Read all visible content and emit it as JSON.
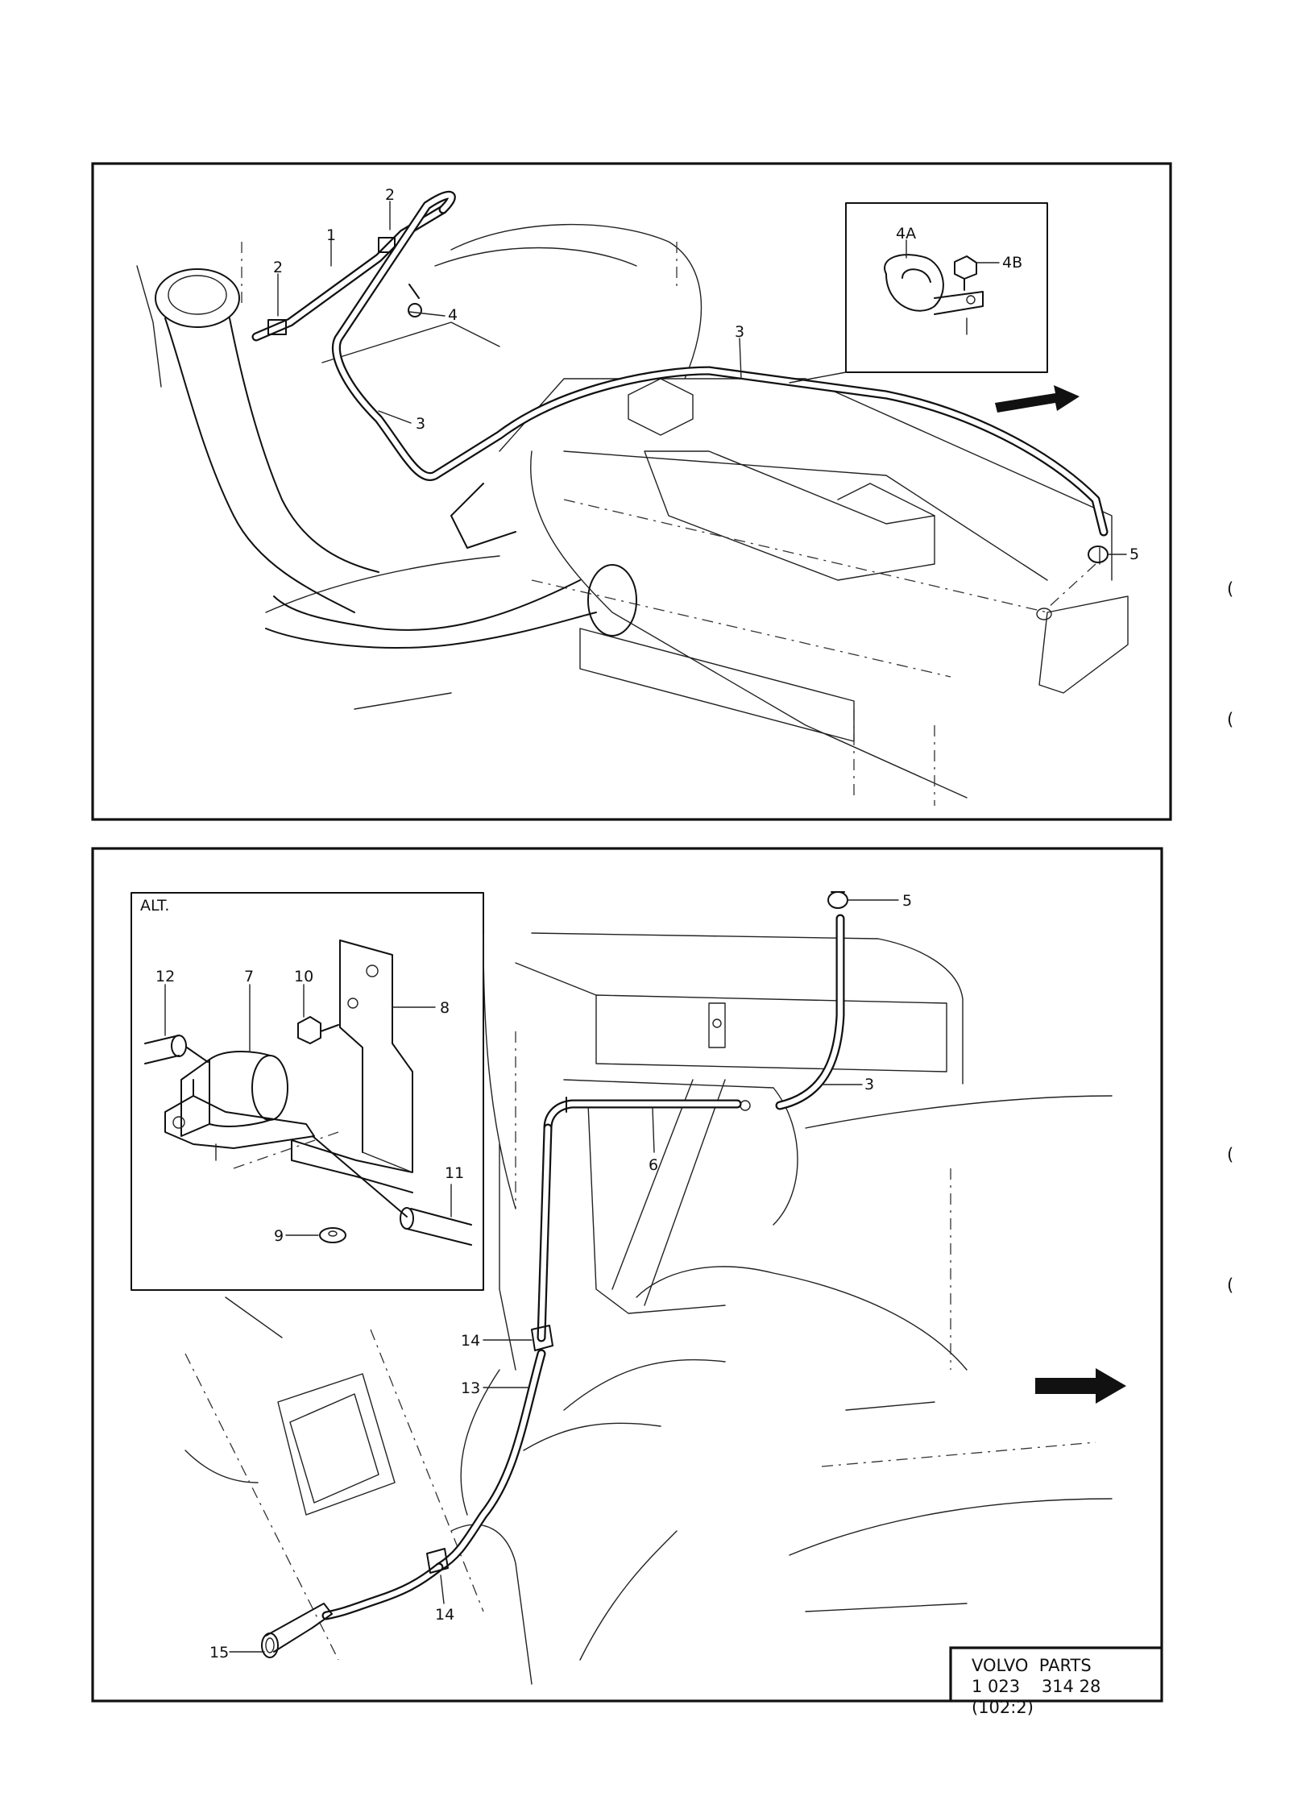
{
  "top_panel": {
    "callouts": [
      {
        "id": "c1",
        "text": "1"
      },
      {
        "id": "c2a",
        "text": "2"
      },
      {
        "id": "c2b",
        "text": "2"
      },
      {
        "id": "c3a",
        "text": "3"
      },
      {
        "id": "c3b",
        "text": "3"
      },
      {
        "id": "c4",
        "text": "4"
      },
      {
        "id": "c5",
        "text": "5"
      }
    ],
    "inset": {
      "callouts": [
        {
          "id": "c4a",
          "text": "4A"
        },
        {
          "id": "c4b",
          "text": "4B"
        }
      ]
    }
  },
  "bottom_panel": {
    "inset": {
      "title": "ALT.",
      "callouts": [
        {
          "id": "c12",
          "text": "12"
        },
        {
          "id": "c7",
          "text": "7"
        },
        {
          "id": "c10",
          "text": "10"
        },
        {
          "id": "c8",
          "text": "8"
        },
        {
          "id": "c11",
          "text": "11"
        },
        {
          "id": "c9",
          "text": "9"
        }
      ]
    },
    "callouts": [
      {
        "id": "c5b",
        "text": "5"
      },
      {
        "id": "c3c",
        "text": "3"
      },
      {
        "id": "c6",
        "text": "6"
      },
      {
        "id": "c14a",
        "text": "14"
      },
      {
        "id": "c13",
        "text": "13"
      },
      {
        "id": "c14b",
        "text": "14"
      },
      {
        "id": "c15",
        "text": "15"
      }
    ]
  },
  "title_block": {
    "line1": "VOLVO  PARTS",
    "line2": "1 023    314 28",
    "line3": "(102:2)"
  },
  "margin_marks": [
    "(",
    "(",
    "(",
    "("
  ]
}
